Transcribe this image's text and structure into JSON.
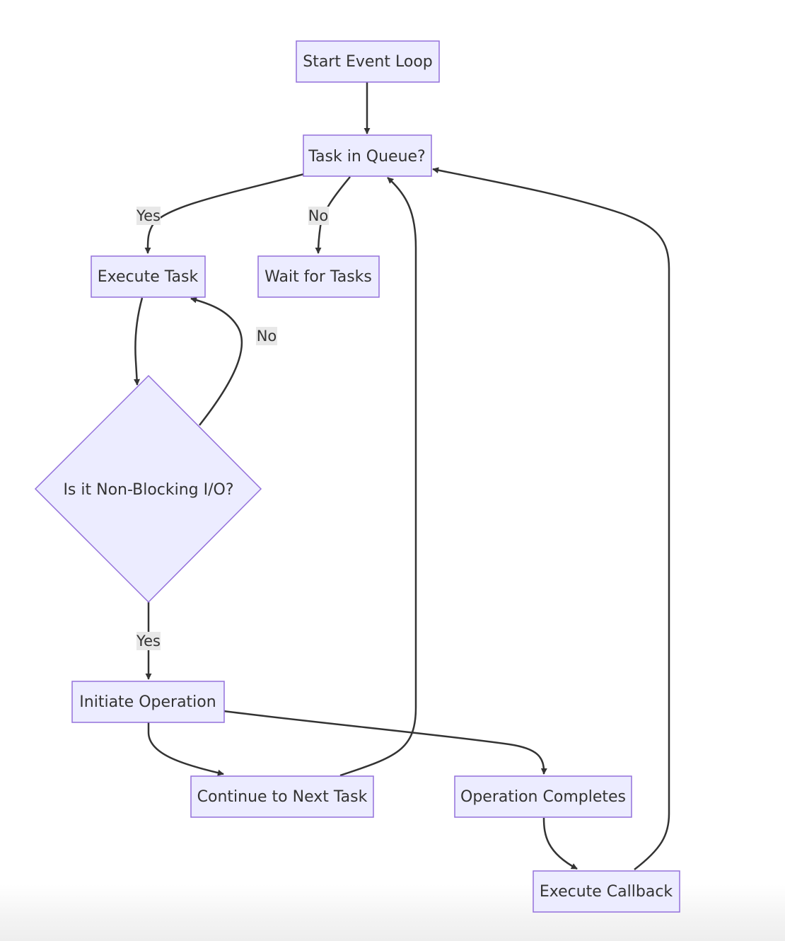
{
  "diagram": {
    "colors": {
      "node_fill": "#ECECFF",
      "node_stroke": "#9370DB",
      "edge": "#333333",
      "text": "#333333",
      "label_bg": "#e8e8e8"
    },
    "nodes": {
      "start": "Start Event Loop",
      "queue": "Task in Queue?",
      "execute_task": "Execute Task",
      "wait": "Wait for Tasks",
      "nonblocking": "Is it Non-Blocking I/O?",
      "initiate": "Initiate Operation",
      "continue": "Continue to Next Task",
      "completes": "Operation Completes",
      "callback": "Execute Callback"
    },
    "edge_labels": {
      "queue_yes": "Yes",
      "queue_no": "No",
      "nonblocking_no": "No",
      "nonblocking_yes": "Yes"
    }
  }
}
